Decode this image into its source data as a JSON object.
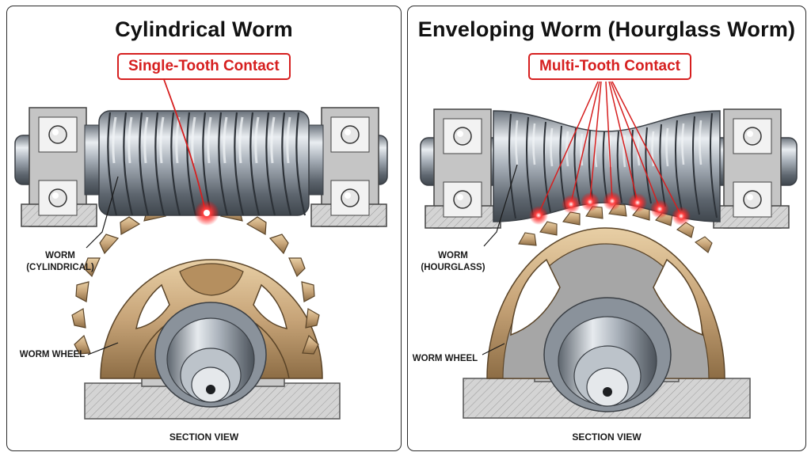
{
  "left_panel": {
    "title": "Cylindrical Worm",
    "contact_label": "Single-Tooth Contact",
    "worm_label_line1": "WORM",
    "worm_label_line2": "(CYLINDRICAL)",
    "wheel_label": "WORM WHEEL",
    "section_label": "SECTION VIEW"
  },
  "right_panel": {
    "title": "Enveloping Worm (Hourglass Worm)",
    "contact_label": "Multi-Tooth Contact",
    "worm_label_line1": "WORM",
    "worm_label_line2": "(HOURGLASS)",
    "wheel_label": "WORM WHEEL",
    "section_label": "SECTION VIEW"
  },
  "colors": {
    "contact_red": "#d61f1f",
    "bronze": "#c7a478",
    "steel": "#9aa3ad",
    "housing": "#cfcfcf"
  },
  "icons": [
    "bearing-icon",
    "contact-point-icon"
  ]
}
